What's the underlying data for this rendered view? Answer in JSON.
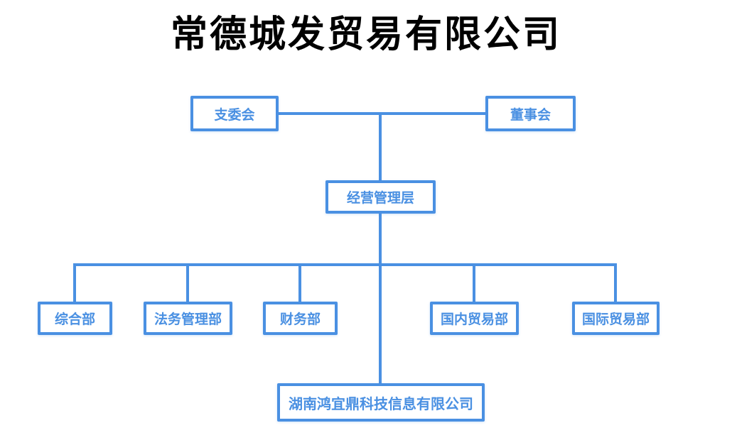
{
  "title": {
    "text": "常德城发贸易有限公司",
    "color": "#000000"
  },
  "theme": {
    "line_color": "#4a90e2",
    "box_border_color": "#4a90e2",
    "box_text_color": "#4a90e2",
    "box_fill": "#ffffff",
    "background": "#ffffff"
  },
  "org_chart": {
    "top_row": [
      {
        "id": "branch-committee",
        "label": "支委会"
      },
      {
        "id": "board-of-directors",
        "label": "董事会"
      }
    ],
    "management": {
      "id": "management",
      "label": "经营管理层"
    },
    "departments": [
      {
        "id": "general-dept",
        "label": "综合部"
      },
      {
        "id": "legal-dept",
        "label": "法务管理部"
      },
      {
        "id": "finance-dept",
        "label": "财务部"
      },
      {
        "id": "domestic-trade-dept",
        "label": "国内贸易部"
      },
      {
        "id": "international-trade-dept",
        "label": "国际贸易部"
      }
    ],
    "subsidiary": {
      "id": "subsidiary-company",
      "label": "湖南鸿宜鼎科技信息有限公司"
    }
  }
}
